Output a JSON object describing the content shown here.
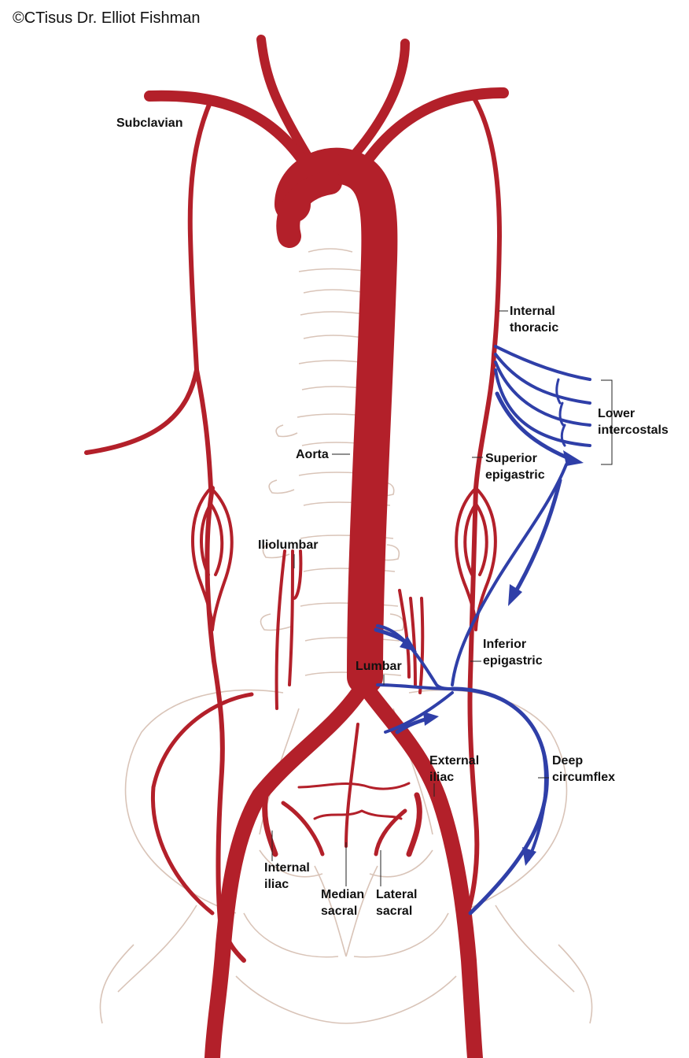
{
  "copyright": "©CTisus Dr. Elliot Fishman",
  "colors": {
    "artery": "#b3202a",
    "artery_dark": "#7e1218",
    "collateral": "#2f3fa8",
    "bone": "#d9c4b8",
    "leader": "#222222"
  },
  "labels": {
    "subclavian": "Subclavian",
    "internal_thoracic": {
      "line1": "Internal",
      "line2": "thoracic"
    },
    "lower_intercostals": {
      "line1": "Lower",
      "line2": "intercostals"
    },
    "aorta": "Aorta",
    "superior_epigastric": {
      "line1": "Superior",
      "line2": "epigastric"
    },
    "iliolumbar": "Iliolumbar",
    "inferior_epigastric": {
      "line1": "Inferior",
      "line2": "epigastric"
    },
    "lumbar": "Lumbar",
    "external_iliac": {
      "line1": "External",
      "line2": "iliac"
    },
    "deep_circumflex": {
      "line1": "Deep",
      "line2": "circumflex"
    },
    "internal_iliac": {
      "line1": "Internal",
      "line2": "iliac"
    },
    "median_sacral": {
      "line1": "Median",
      "line2": "sacral"
    },
    "lateral_sacral": {
      "line1": "Lateral",
      "line2": "sacral"
    }
  }
}
